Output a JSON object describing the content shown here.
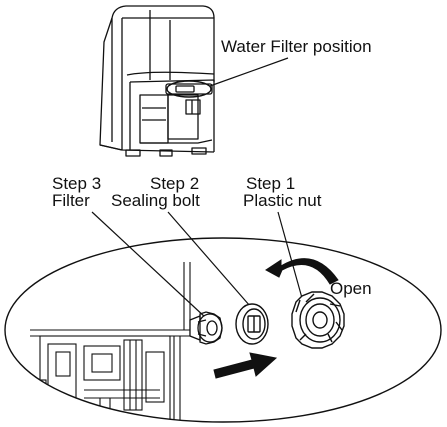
{
  "labels": {
    "water_filter_position": "Water Filter position",
    "step3": "Step 3",
    "step3_part": "Filter",
    "step2": "Step 2",
    "step2_part": "Sealing bolt",
    "step1": "Step 1",
    "step1_part": "Plastic nut",
    "open": "Open"
  },
  "colors": {
    "line": "#111111",
    "background": "#ffffff"
  },
  "icons": {
    "rotation_arrow": "curved-arrow-counterclockwise-icon",
    "direction_arrow": "arrow-right-icon"
  }
}
